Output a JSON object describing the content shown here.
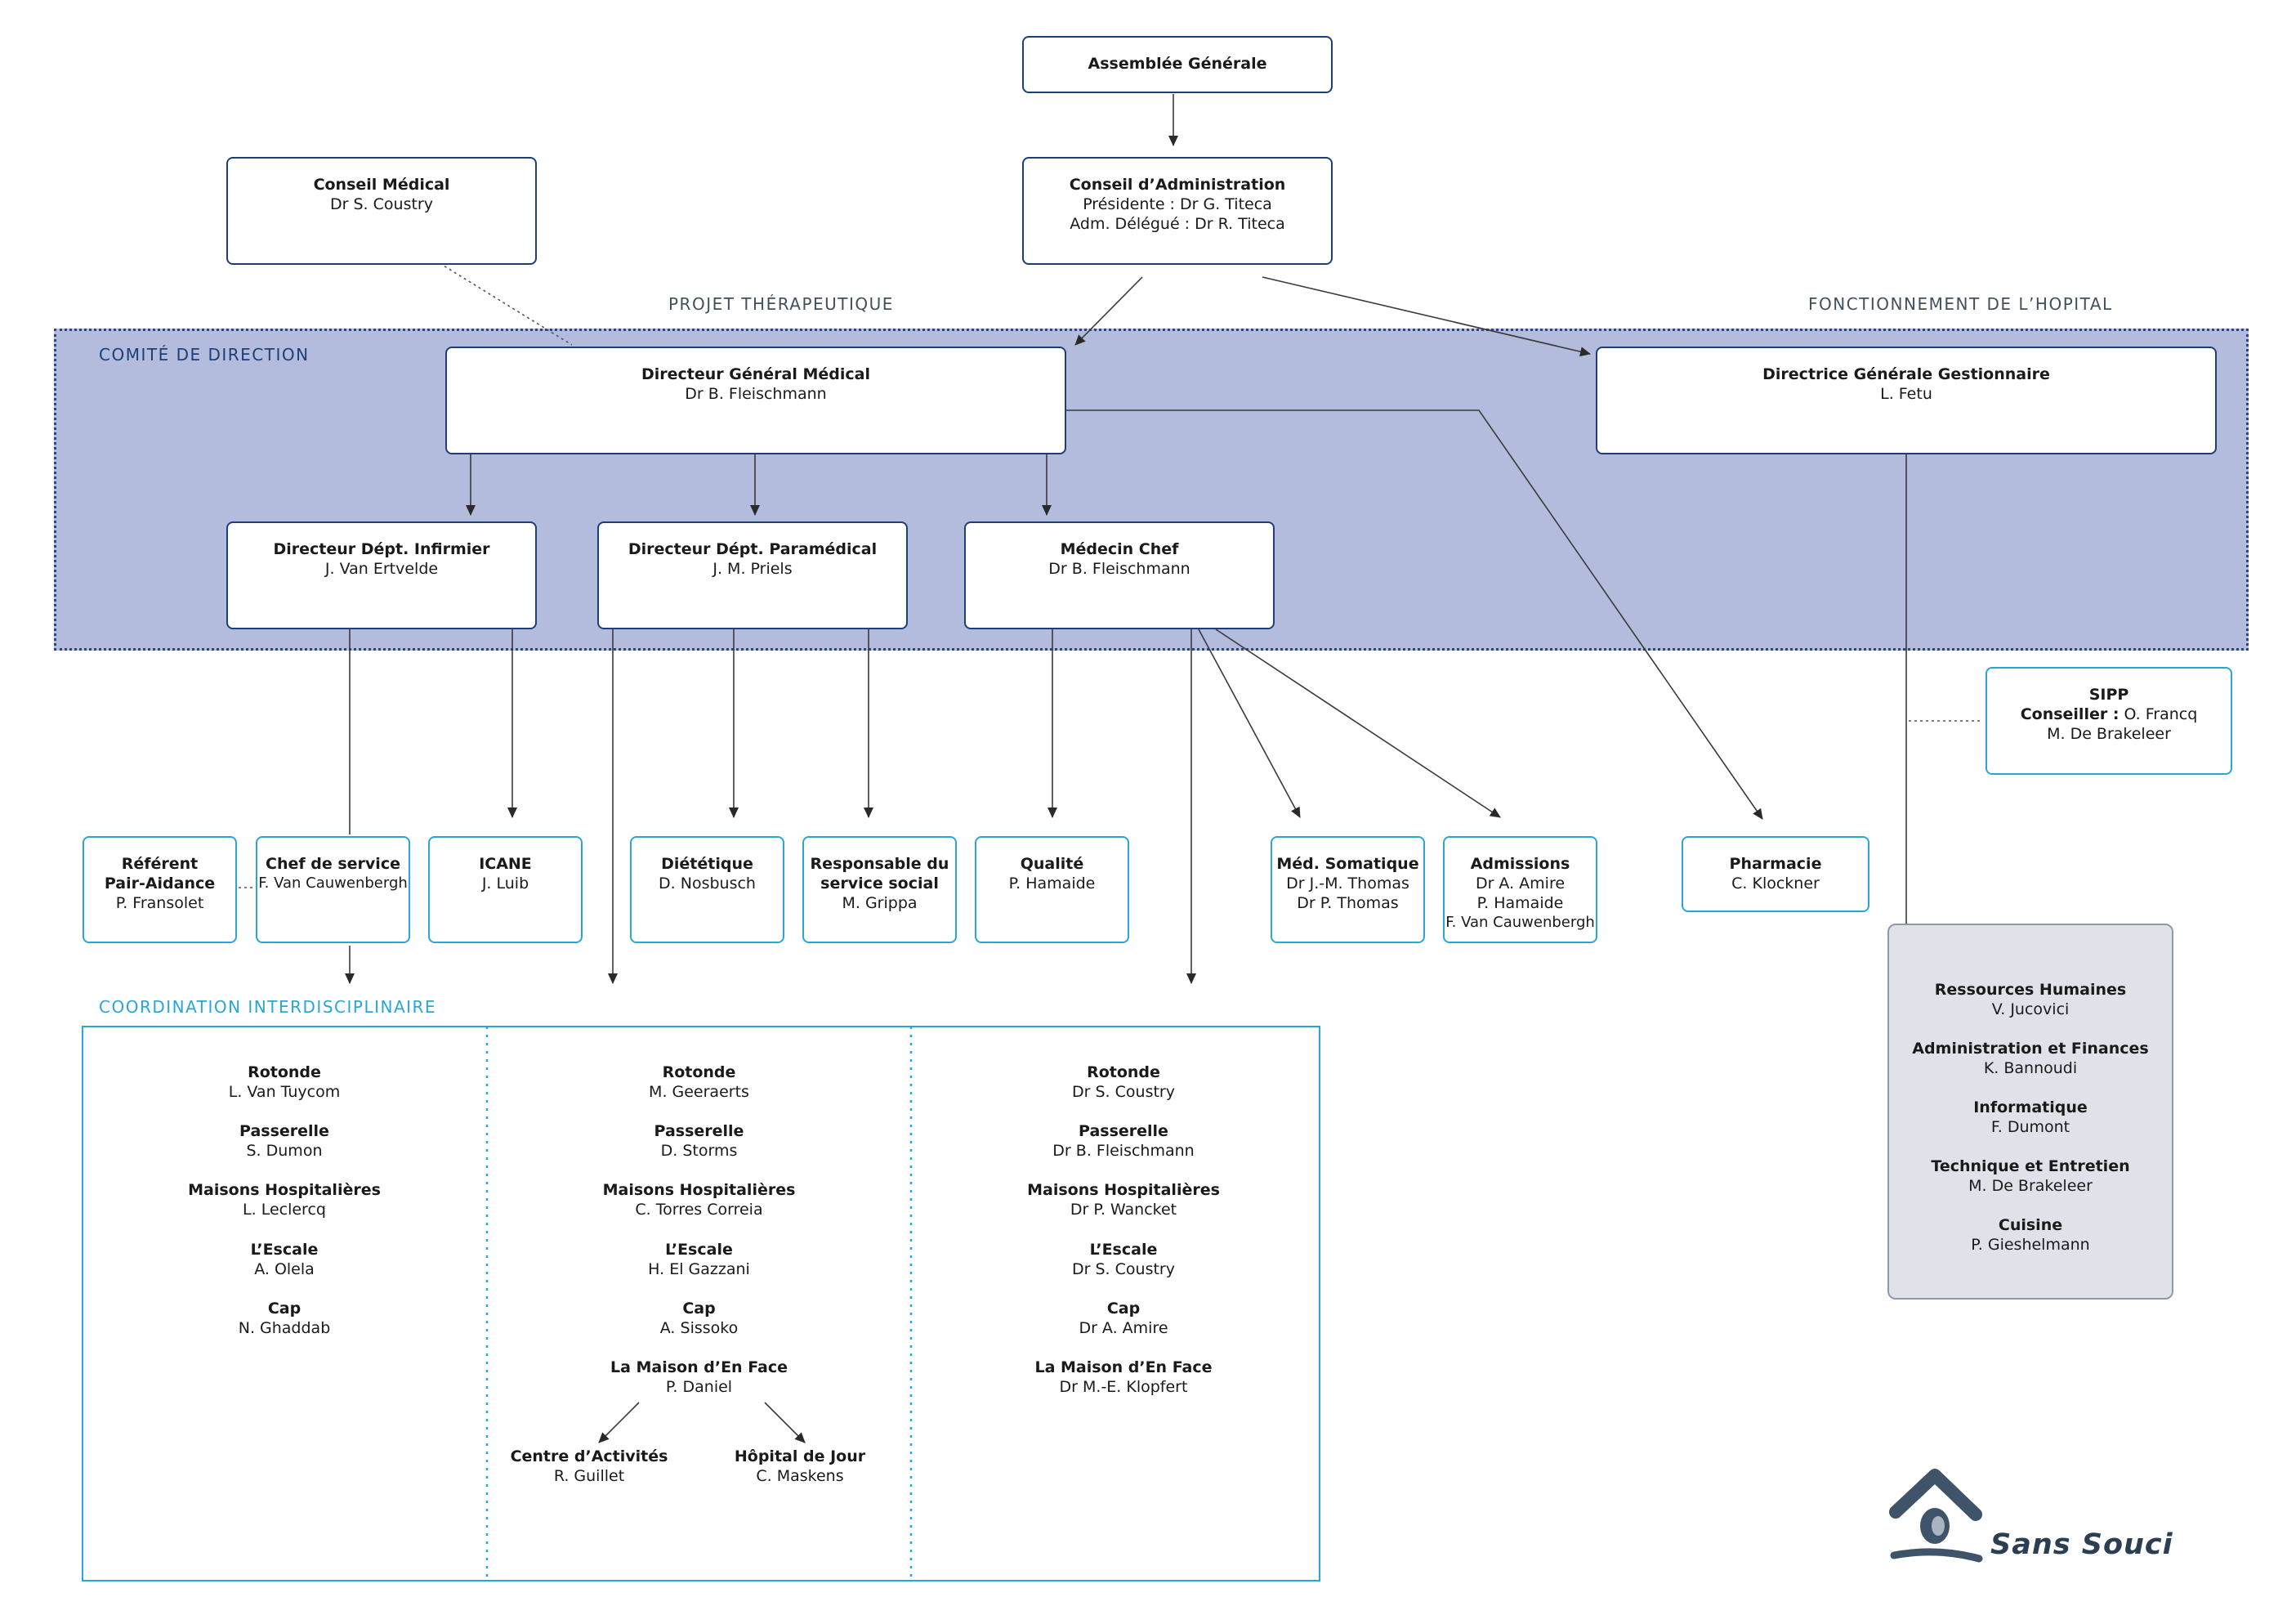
{
  "sections": {
    "projet": "PROJET THÉRAPEUTIQUE",
    "fonctionnement": "FONCTIONNEMENT DE L’HOPITAL",
    "comite": "COMITÉ DE DIRECTION",
    "coordination": "COORDINATION INTERDISCIPLINAIRE"
  },
  "assemblee": {
    "title": "Assemblée Générale"
  },
  "conseil_medical": {
    "title": "Conseil Médical",
    "name": "Dr S. Coustry"
  },
  "conseil_admin": {
    "title": "Conseil d’Administration",
    "line1": "Présidente : Dr G. Titeca",
    "line2": "Adm. Délégué : Dr R. Titeca"
  },
  "dg_medical": {
    "title": "Directeur Général Médical",
    "name": "Dr B. Fleischmann"
  },
  "dg_gestionnaire": {
    "title": "Directrice Générale Gestionnaire",
    "name": "L. Fetu"
  },
  "dir_infirmier": {
    "title": "Directeur Dépt. Infirmier",
    "name": "J. Van Ertvelde"
  },
  "dir_paramedical": {
    "title": "Directeur Dépt. Paramédical",
    "name": "J. M. Priels"
  },
  "medecin_chef": {
    "title": "Médecin Chef",
    "name": "Dr B. Fleischmann"
  },
  "sipp": {
    "title": "SIPP",
    "label": "Conseiller :",
    "name1": " O. Francq",
    "name2": "M. De Brakeleer"
  },
  "referent": {
    "title1": "Référent",
    "title2": "Pair-Aidance",
    "name": "P. Fransolet"
  },
  "chef_service": {
    "title": "Chef de service",
    "name": "F. Van Cauwenbergh"
  },
  "icane": {
    "title": "ICANE",
    "name": "J. Luib"
  },
  "dietetique": {
    "title": "Diététique",
    "name": "D. Nosbusch"
  },
  "service_social": {
    "title1": "Responsable du",
    "title2": "service social",
    "name": "M. Grippa"
  },
  "qualite": {
    "title": "Qualité",
    "name": "P. Hamaide"
  },
  "med_somatique": {
    "title": "Méd. Somatique",
    "name1": "Dr J.-M. Thomas",
    "name2": "Dr P. Thomas"
  },
  "admissions": {
    "title": "Admissions",
    "name1": "Dr A. Amire",
    "name2": "P. Hamaide",
    "name3": "F. Van Cauwenbergh"
  },
  "pharmacie": {
    "title": "Pharmacie",
    "name": "C. Klockner"
  },
  "services": [
    {
      "title": "Ressources Humaines",
      "name": "V. Jucovici"
    },
    {
      "title": "Administration et Finances",
      "name": "K. Bannoudi"
    },
    {
      "title": "Informatique",
      "name": "F. Dumont"
    },
    {
      "title": "Technique et Entretien",
      "name": "M. De Brakeleer"
    },
    {
      "title": "Cuisine",
      "name": "P. Gieshelmann"
    }
  ],
  "coord_col1": [
    {
      "title": "Rotonde",
      "name": "L. Van Tuycom"
    },
    {
      "title": "Passerelle",
      "name": "S. Dumon"
    },
    {
      "title": "Maisons Hospitalières",
      "name": "L. Leclercq"
    },
    {
      "title": "L’Escale",
      "name": "A. Olela"
    },
    {
      "title": "Cap",
      "name": "N. Ghaddab"
    }
  ],
  "coord_col2": [
    {
      "title": "Rotonde",
      "name": "M. Geeraerts"
    },
    {
      "title": "Passerelle",
      "name": "D. Storms"
    },
    {
      "title": "Maisons Hospitalières",
      "name": "C. Torres Correia"
    },
    {
      "title": "L’Escale",
      "name": "H. El Gazzani"
    },
    {
      "title": "Cap",
      "name": "A. Sissoko"
    },
    {
      "title": "La Maison d’En Face",
      "name": "P. Daniel"
    }
  ],
  "coord_col2_sub": [
    {
      "title": "Centre d’Activités",
      "name": "R. Guillet"
    },
    {
      "title": "Hôpital de Jour",
      "name": "C. Maskens"
    }
  ],
  "coord_col3": [
    {
      "title": "Rotonde",
      "name": "Dr S. Coustry"
    },
    {
      "title": "Passerelle",
      "name": "Dr B. Fleischmann"
    },
    {
      "title": "Maisons Hospitalières",
      "name": "Dr P. Wancket"
    },
    {
      "title": "L’Escale",
      "name": "Dr S. Coustry"
    },
    {
      "title": "Cap",
      "name": "Dr A. Amire"
    },
    {
      "title": "La Maison d’En Face",
      "name": "Dr M.-E. Klopfert"
    }
  ],
  "logo": {
    "text": "Sans Souci"
  },
  "colors": {
    "navy": "#1d3e78",
    "cyan": "#2aa6d6",
    "comite_fill": "#b3bcdc",
    "grey_fill": "#dfe3e9"
  }
}
